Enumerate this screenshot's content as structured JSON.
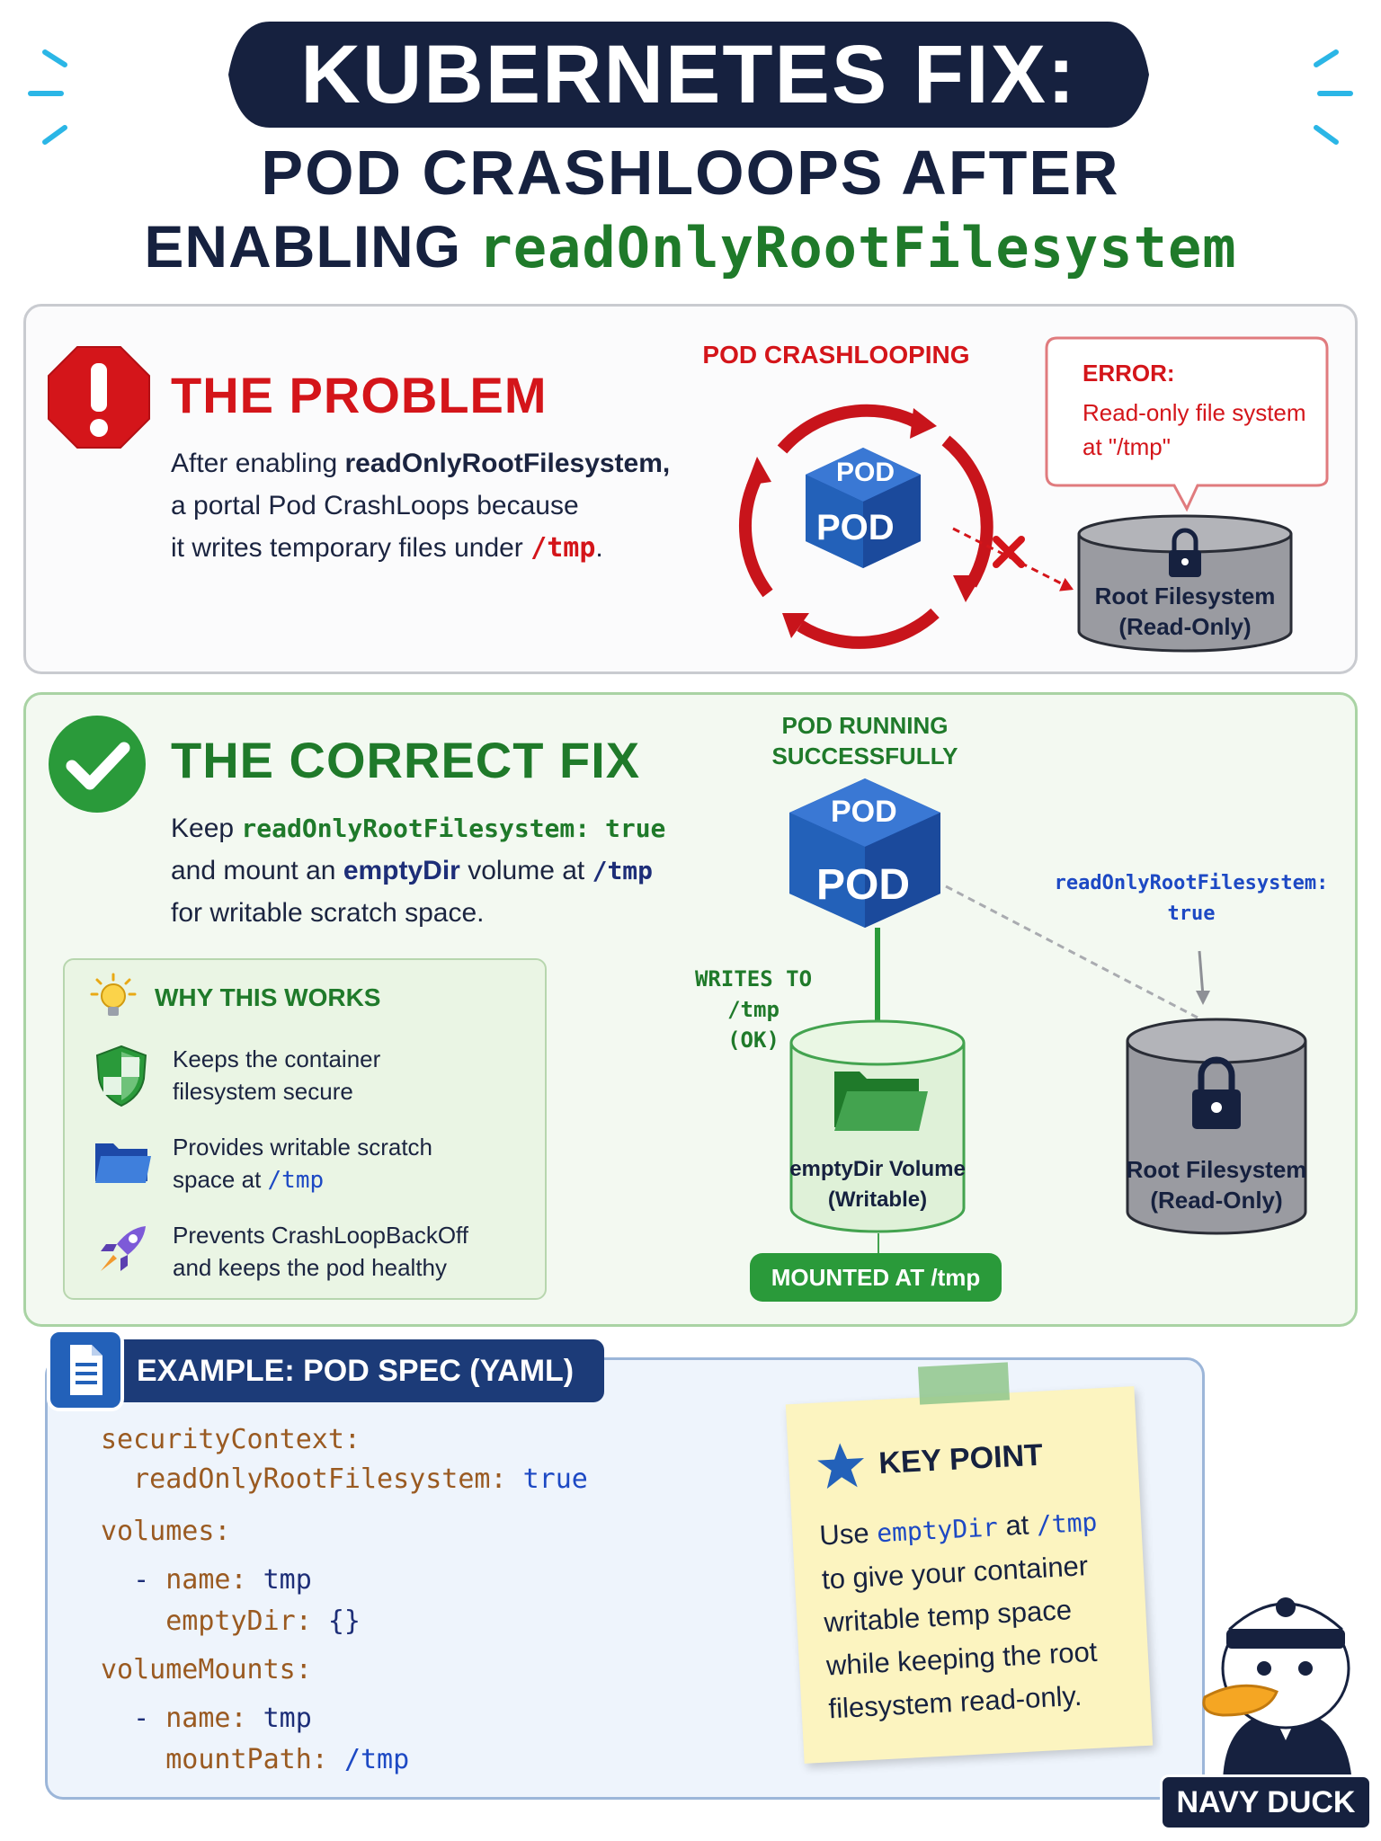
{
  "header": {
    "title": "KUBERNETES FIX:",
    "subtitle_line1": "POD CRASHLOOPS AFTER",
    "subtitle_line2_prefix": "ENABLING",
    "subtitle_line2_code": "readOnlyRootFilesystem"
  },
  "problem": {
    "title": "THE PROBLEM",
    "line1_prefix": "After enabling ",
    "line1_bold": "readOnlyRootFilesystem,",
    "line2": "a portal Pod CrashLoops because",
    "line3_prefix": "it writes temporary files under ",
    "line3_path": "/tmp",
    "line3_suffix": ".",
    "diagram": {
      "status_label": "POD CRASHLOOPING",
      "pod_top": "POD",
      "pod_front": "POD",
      "error_title": "ERROR:",
      "error_line1": "Read-only file system",
      "error_line2": "at \"/tmp\"",
      "fs_line1": "Root Filesystem",
      "fs_line2": "(Read-Only)"
    }
  },
  "fix": {
    "title": "THE CORRECT FIX",
    "line1_prefix": "Keep ",
    "line1_code": "readOnlyRootFilesystem: true",
    "line2_prefix": "and mount an ",
    "line2_bold": "emptyDir",
    "line2_mid": " volume at ",
    "line2_path": "/tmp",
    "line3": "for writable scratch space.",
    "why": {
      "title": "WHY THIS WORKS",
      "items": [
        {
          "line1": "Keeps the container",
          "line2": "filesystem secure",
          "icon": "shield-icon"
        },
        {
          "line1": "Provides writable scratch",
          "line2_prefix": "space at ",
          "line2_path": "/tmp",
          "icon": "folder-icon"
        },
        {
          "line1": "Prevents CrashLoopBackOff",
          "line2": "and keeps the pod healthy",
          "icon": "rocket-icon"
        }
      ]
    },
    "diagram": {
      "status_line1": "POD RUNNING",
      "status_line2": "SUCCESSFULLY",
      "pod_top": "POD",
      "pod_front": "POD",
      "writes_line1": "WRITES TO /tmp",
      "writes_line2": "(OK)",
      "ro_line1": "readOnlyRootFilesystem:",
      "ro_line2": "true",
      "volume_line1": "emptyDir Volume",
      "volume_line2": "(Writable)",
      "mounted_label": "MOUNTED AT /tmp",
      "fs_line1": "Root Filesystem",
      "fs_line2": "(Read-Only)"
    }
  },
  "yaml": {
    "title": "EXAMPLE: POD SPEC (YAML)",
    "lines": {
      "l1_key": "securityContext:",
      "l2_key": "readOnlyRootFilesystem:",
      "l2_val": "true",
      "l3_key": "volumes:",
      "l4_key": "name:",
      "l4_val": "tmp",
      "l5_key": "emptyDir:",
      "l5_val": "{}",
      "l6_key": "volumeMounts:",
      "l7_key": "name:",
      "l7_val": "tmp",
      "l8_key": "mountPath:",
      "l8_val": "/tmp"
    }
  },
  "key_point": {
    "title": "KEY POINT",
    "l1_prefix": "Use ",
    "l1_code": "emptyDir",
    "l1_mid": " at ",
    "l1_path": "/tmp",
    "l2": "to give your container",
    "l3": "writable temp space",
    "l4": "while keeping the root",
    "l5": "filesystem read-only."
  },
  "brand": {
    "name": "NAVY DUCK"
  },
  "colors": {
    "navy": "#16213f",
    "problem_red": "#d4151a",
    "fix_green": "#1f7a2a",
    "pod_blue": "#2361b9",
    "accent_cyan": "#2bb6e6"
  }
}
